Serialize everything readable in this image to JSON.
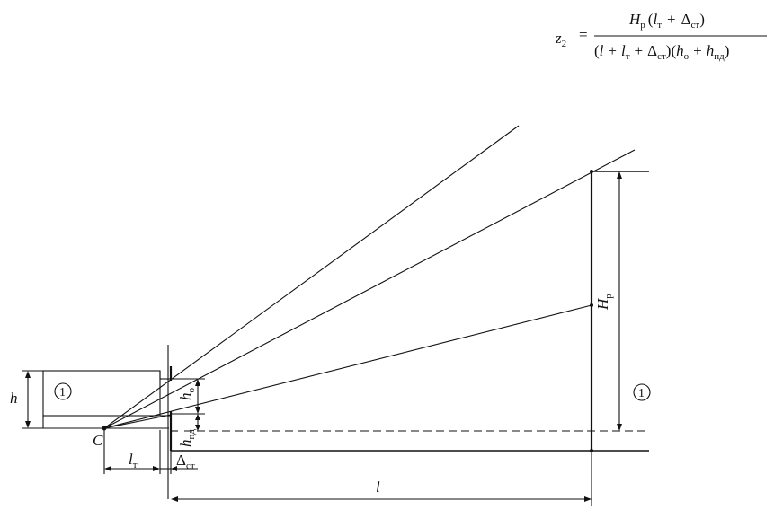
{
  "formula": {
    "lhs": "z",
    "lhs_sub": "2",
    "equals": "=",
    "numerator": {
      "H": "H",
      "H_sub": "p",
      "open": "(",
      "l": "l",
      "l_sub": "т",
      "plus": "+",
      "delta": "Δ",
      "delta_sub": "ст",
      "close": ")"
    },
    "denominator": {
      "open1": "(",
      "l": "l",
      "plus1": "+",
      "lt": "l",
      "lt_sub": "т",
      "plus2": "+",
      "delta": "Δ",
      "delta_sub": "ст",
      "close1": ")",
      "open2": "(",
      "h": "h",
      "h_sub": "о",
      "plus3": "+",
      "hpd": "h",
      "hpd_sub": "пд",
      "close2": ")"
    }
  },
  "labels": {
    "h": "h",
    "point_c": "C",
    "l_t": "l",
    "l_t_sub": "т",
    "h_o": "h",
    "h_o_sub": "о",
    "h_pd": "h",
    "h_pd_sub": "пд",
    "delta_st": "Δ",
    "delta_st_sub": "ст",
    "l": "l",
    "H_p": "H",
    "H_p_sub": "р"
  },
  "markers": {
    "left": "1",
    "right": "1"
  }
}
